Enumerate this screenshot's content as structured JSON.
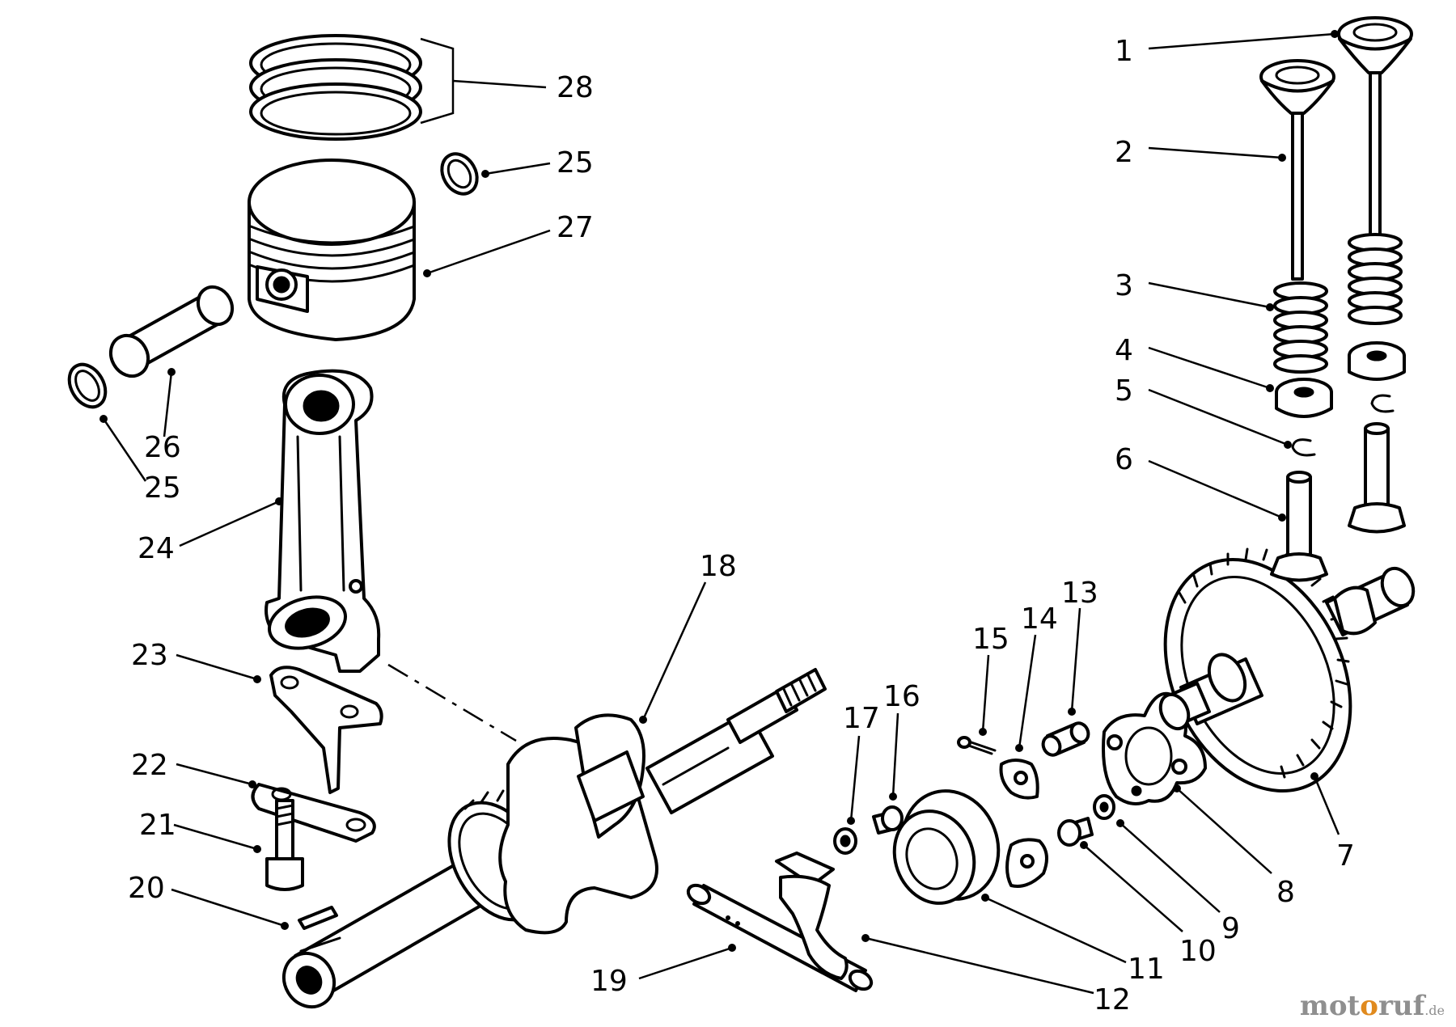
{
  "diagram": {
    "callouts": [
      "1",
      "2",
      "3",
      "4",
      "5",
      "6",
      "7",
      "8",
      "9",
      "10",
      "11",
      "12",
      "13",
      "14",
      "15",
      "16",
      "17",
      "18",
      "19",
      "20",
      "21",
      "22",
      "23",
      "24",
      "25",
      "26",
      "25",
      "27",
      "28"
    ]
  },
  "watermark": {
    "part1": "mot",
    "part2": "o",
    "part3": "ruf",
    "tld": ".de"
  }
}
